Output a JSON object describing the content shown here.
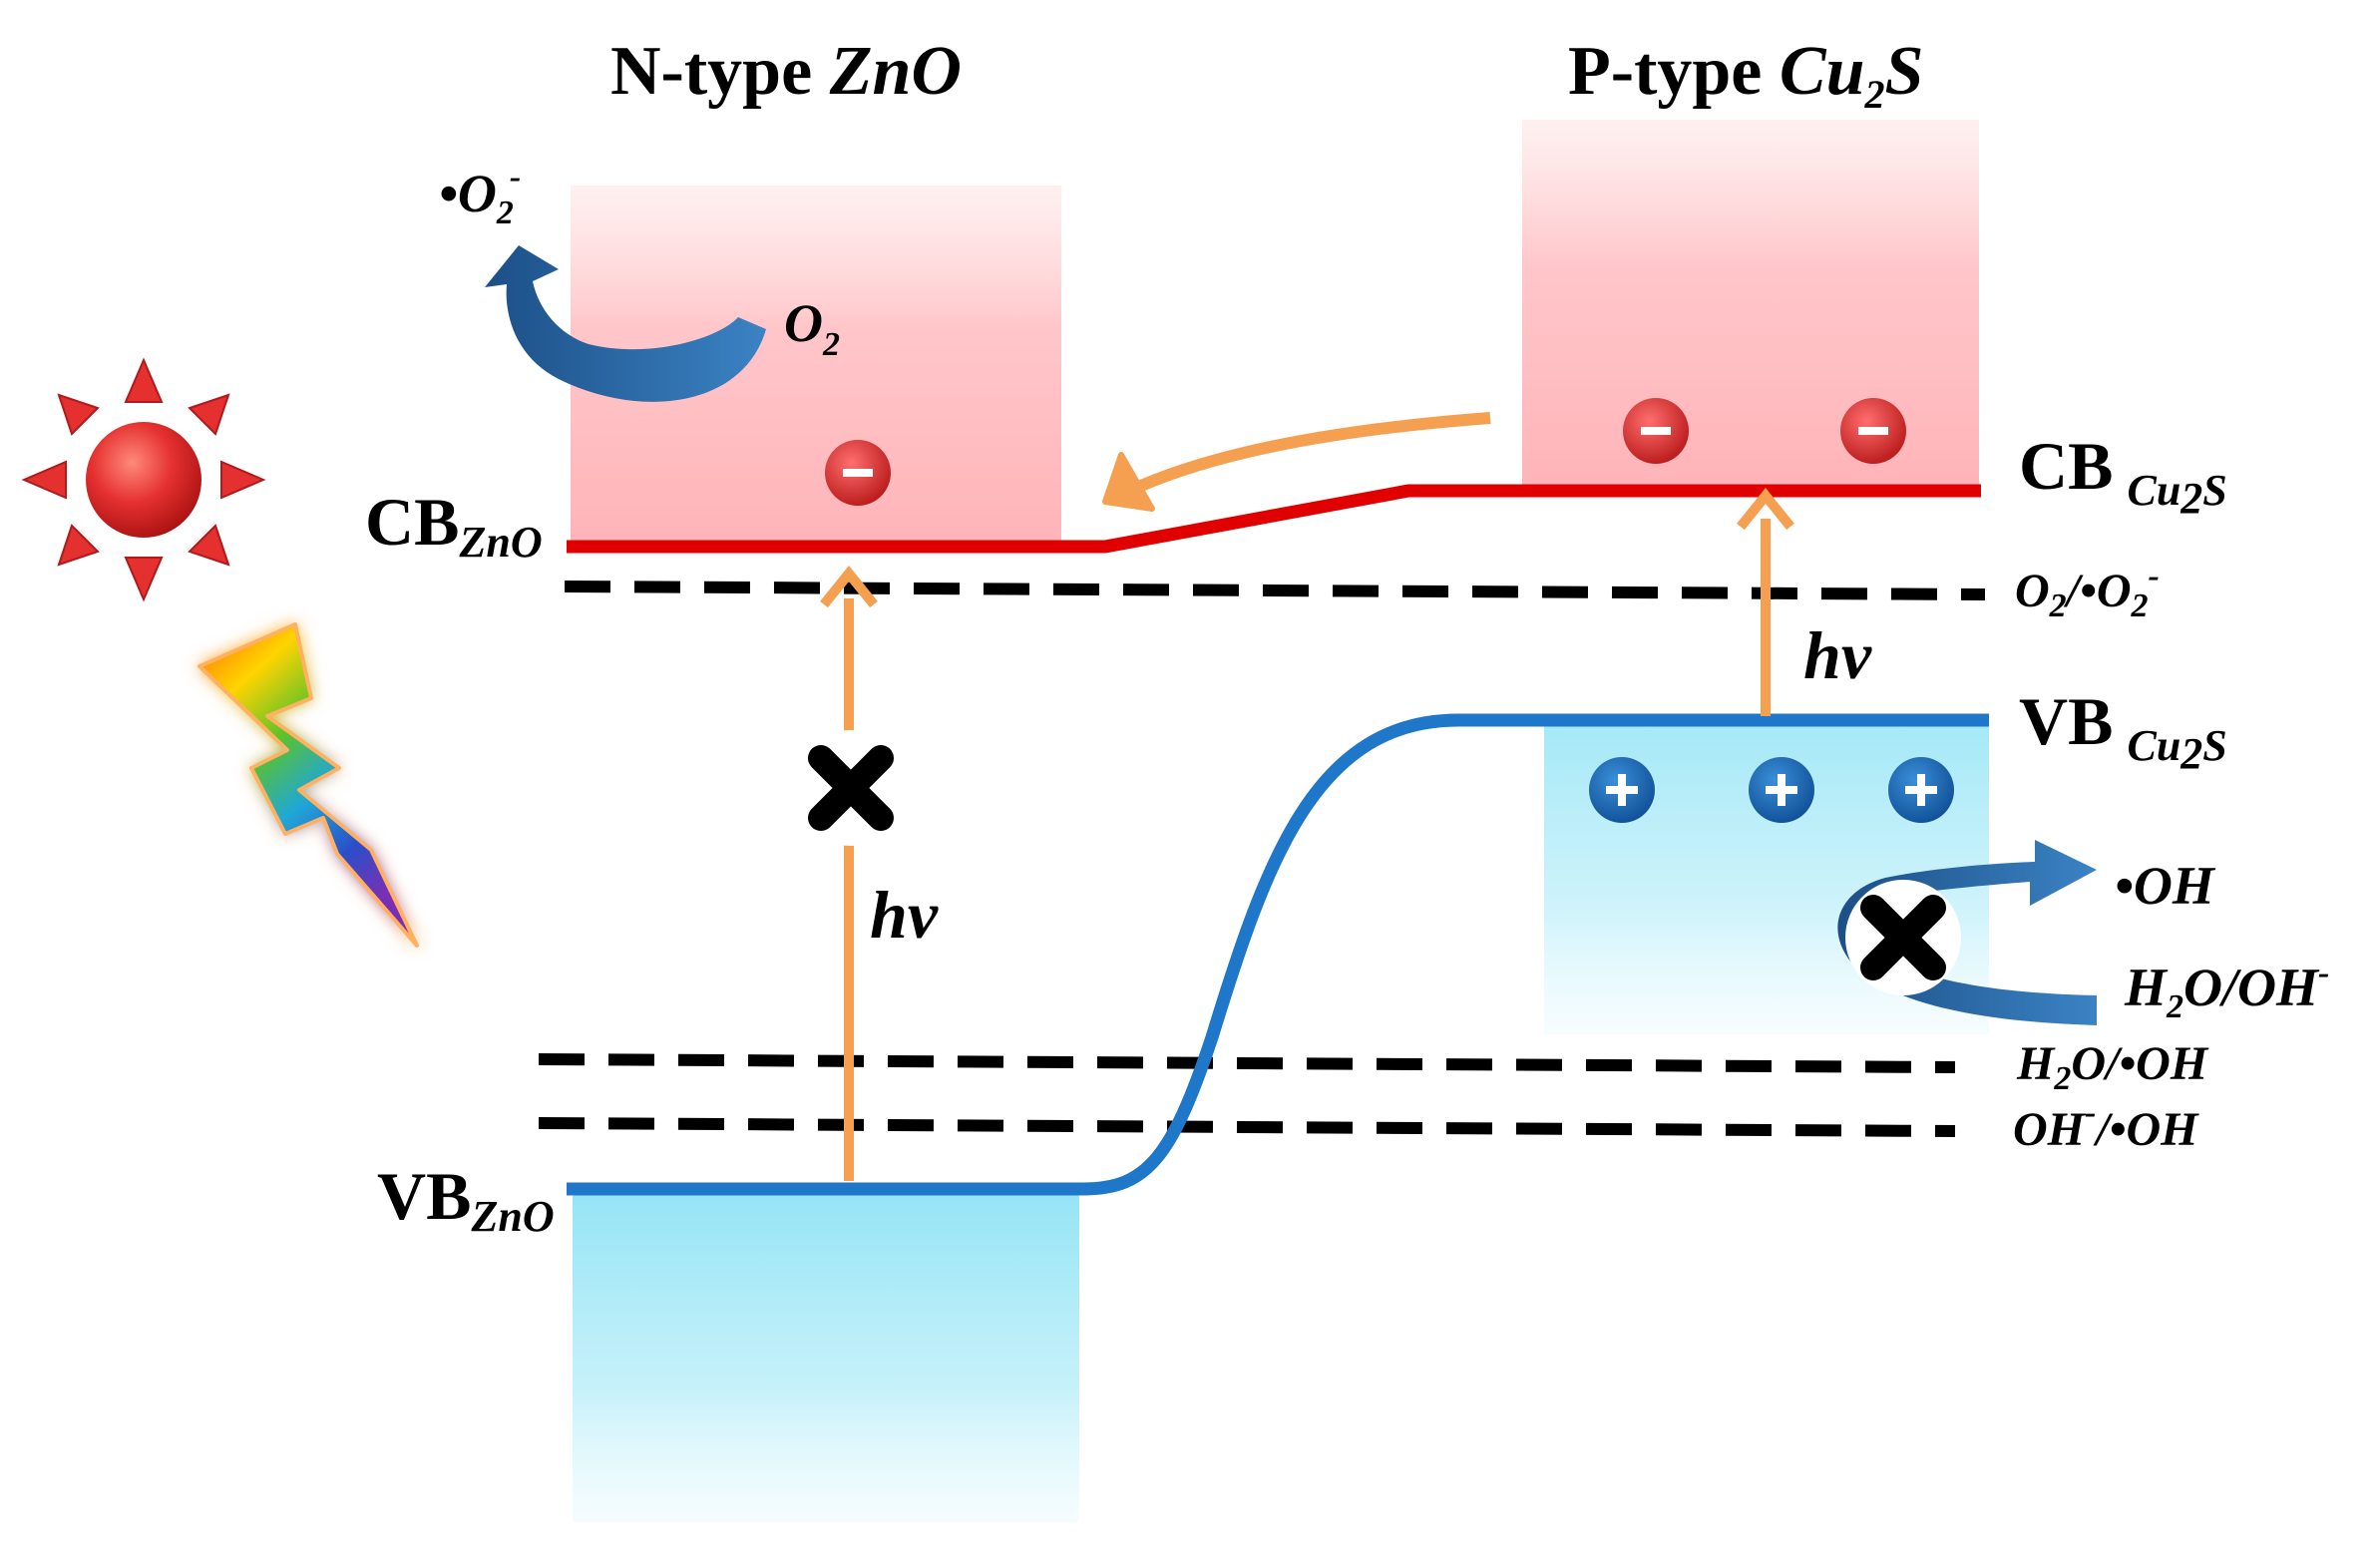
{
  "titles": {
    "left_prefix": "N-type ",
    "left_material": "ZnO",
    "right_prefix": "P-type ",
    "right_material_a": "Cu",
    "right_material_sub": "2",
    "right_material_b": "S"
  },
  "bands": {
    "cb_zno_main": "CB",
    "cb_zno_sub": "ZnO",
    "vb_zno_main": "VB",
    "vb_zno_sub": "ZnO",
    "cb_cus_main": "CB",
    "cb_cus_sub_a": "Cu",
    "cb_cus_sub_2": "2",
    "cb_cus_sub_b": "S",
    "vb_cus_main": "VB",
    "vb_cus_sub_a": "Cu",
    "vb_cus_sub_2": "2",
    "vb_cus_sub_b": "S"
  },
  "species": {
    "superoxide_dot": "•",
    "superoxide_o": "O",
    "superoxide_sub": "2",
    "superoxide_sup": "-",
    "oxygen_o": "O",
    "oxygen_sub": "2",
    "hydroxyl": "•OH",
    "water_h": "H",
    "water_sub": "2",
    "water_rest": "O/OH",
    "water_sup": "-"
  },
  "potentials": {
    "o2_a": "O",
    "o2_sub": "2",
    "o2_b": "/•O",
    "o2_sub2": "2",
    "o2_sup": "-",
    "h2o_a": "H",
    "h2o_sub": "2",
    "h2o_b": "O/•OH",
    "oh_a": "OH",
    "oh_sup": "-",
    "oh_b": "/•OH"
  },
  "hv_left": "hv",
  "hv_right": "hv",
  "electron_sign": "-",
  "hole_sign": "+",
  "colors": {
    "cb_line": "#e00000",
    "vb_line": "#1f77c9",
    "transfer_arrow": "#f5a050",
    "cb_region": "#ffb8bc",
    "vb_region": "#9de7f7",
    "electron": "#d9262a",
    "hole": "#1a6ab5",
    "curved_arrow": "#2a6fae",
    "sun": "#e53030"
  },
  "icons": [
    "sun-icon",
    "lightning-icon",
    "blocked-x-icon"
  ]
}
